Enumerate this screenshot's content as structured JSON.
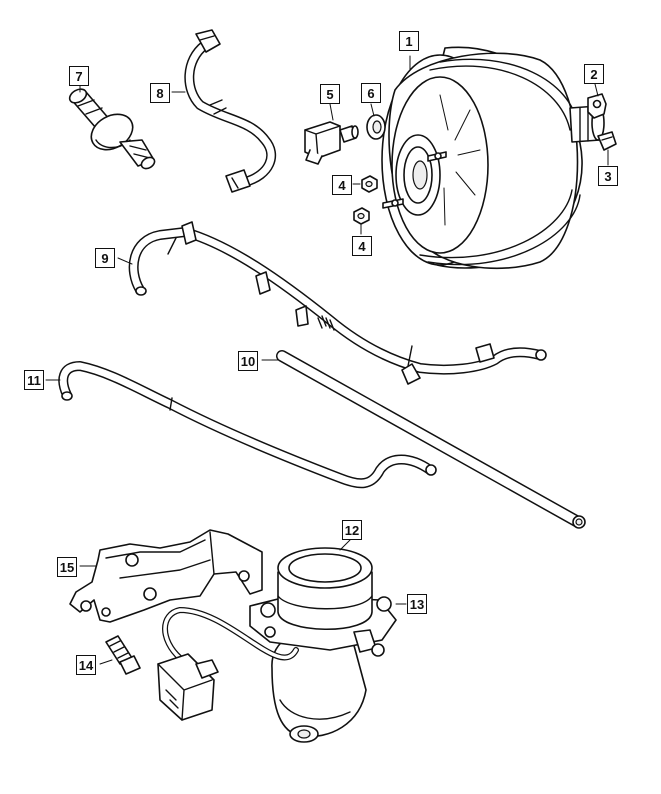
{
  "callouts": {
    "booster": "1",
    "bracket": "2",
    "clip": "3",
    "nut_upper": "4",
    "nut_lower": "4",
    "sensor": "5",
    "grommet": "6",
    "check_valve": "7",
    "vacuum_hose_short": "8",
    "vacuum_hose_long": "9",
    "hose_straight": "10",
    "vacuum_line": "11",
    "vacuum_pump": "12",
    "pump_mount": "13",
    "bolt": "14",
    "pump_bracket": "15"
  }
}
